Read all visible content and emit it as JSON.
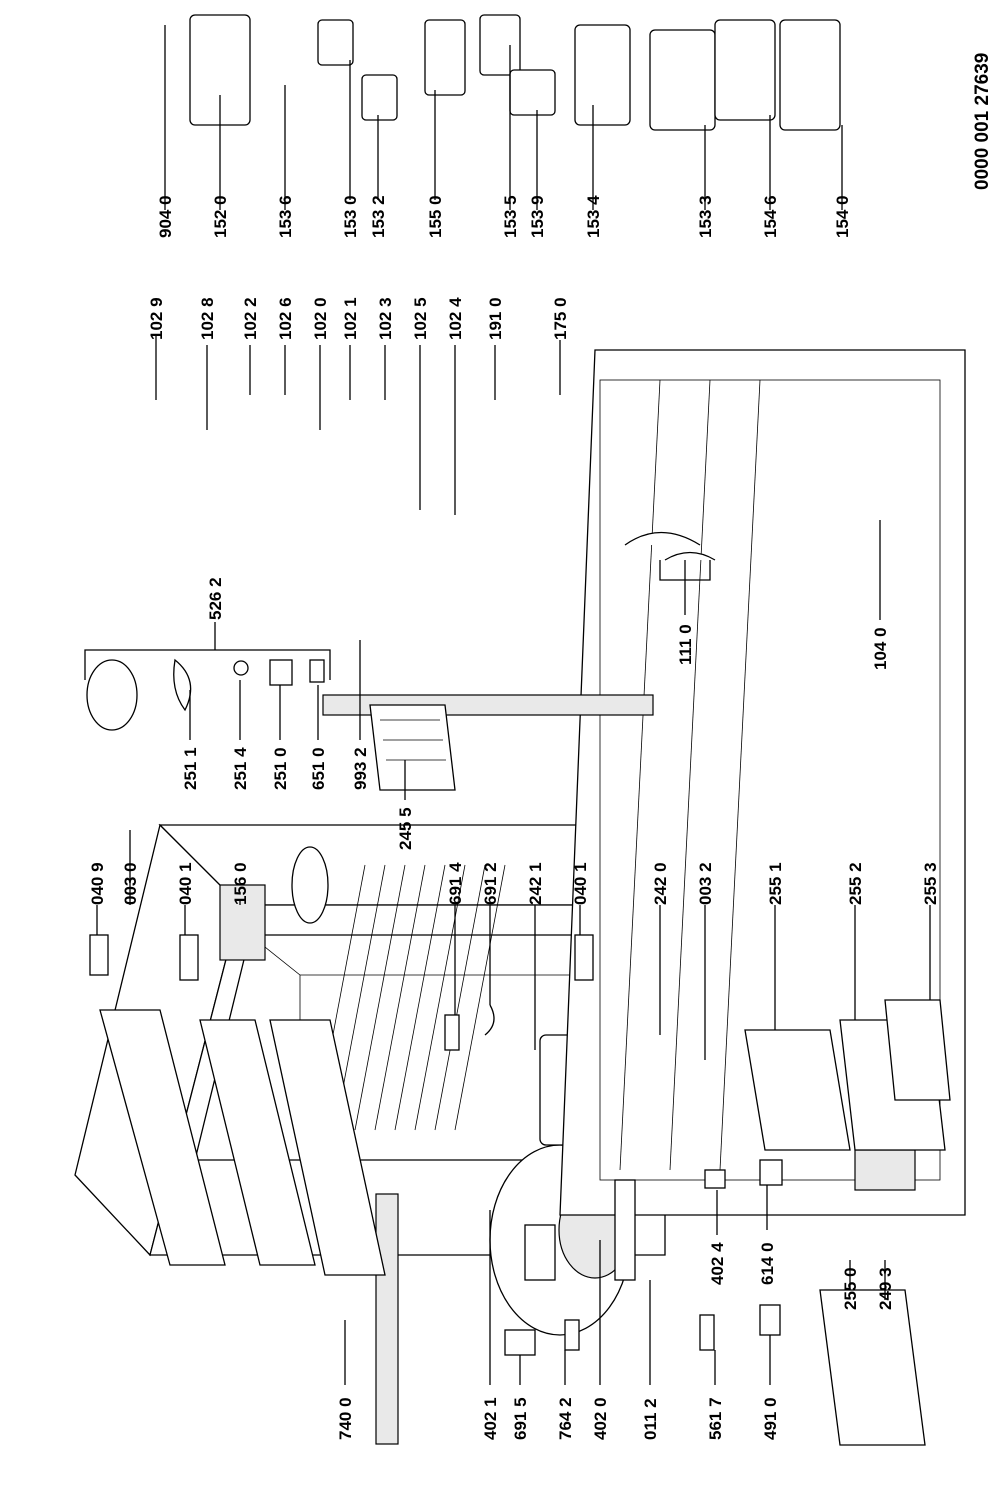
{
  "document_number": "0000 001 27639",
  "labels": [
    {
      "id": "l9040",
      "text": "904 0"
    },
    {
      "id": "l1520",
      "text": "152 0"
    },
    {
      "id": "l1536",
      "text": "153 6"
    },
    {
      "id": "l1530",
      "text": "153 0"
    },
    {
      "id": "l1532",
      "text": "153 2"
    },
    {
      "id": "l1550",
      "text": "155 0"
    },
    {
      "id": "l1535",
      "text": "153 5"
    },
    {
      "id": "l1539",
      "text": "153 9"
    },
    {
      "id": "l1534",
      "text": "153 4"
    },
    {
      "id": "l1533",
      "text": "153 3"
    },
    {
      "id": "l1546",
      "text": "154 6"
    },
    {
      "id": "l1540",
      "text": "154 0"
    },
    {
      "id": "l1029",
      "text": "102 9"
    },
    {
      "id": "l1028",
      "text": "102 8"
    },
    {
      "id": "l1022",
      "text": "102 2"
    },
    {
      "id": "l1026",
      "text": "102 6"
    },
    {
      "id": "l1020",
      "text": "102 0"
    },
    {
      "id": "l1021",
      "text": "102 1"
    },
    {
      "id": "l1023",
      "text": "102 3"
    },
    {
      "id": "l1025",
      "text": "102 5"
    },
    {
      "id": "l1024",
      "text": "102 4"
    },
    {
      "id": "l1910",
      "text": "191 0"
    },
    {
      "id": "l1750",
      "text": "175 0"
    },
    {
      "id": "l5262",
      "text": "526 2"
    },
    {
      "id": "l1110",
      "text": "111 0"
    },
    {
      "id": "l1040",
      "text": "104 0"
    },
    {
      "id": "l2511",
      "text": "251 1"
    },
    {
      "id": "l2514",
      "text": "251 4"
    },
    {
      "id": "l2510",
      "text": "251 0"
    },
    {
      "id": "l6510",
      "text": "651 0"
    },
    {
      "id": "l9932",
      "text": "993 2"
    },
    {
      "id": "l2455",
      "text": "245 5"
    },
    {
      "id": "l0409",
      "text": "040 9"
    },
    {
      "id": "l0030",
      "text": "003 0"
    },
    {
      "id": "l0401a",
      "text": "040 1"
    },
    {
      "id": "l1560",
      "text": "156 0"
    },
    {
      "id": "l6914",
      "text": "691 4"
    },
    {
      "id": "l6912",
      "text": "691 2"
    },
    {
      "id": "l2421",
      "text": "242 1"
    },
    {
      "id": "l0401b",
      "text": "040 1"
    },
    {
      "id": "l2420",
      "text": "242 0"
    },
    {
      "id": "l0032",
      "text": "003 2"
    },
    {
      "id": "l2551",
      "text": "255 1"
    },
    {
      "id": "l2552",
      "text": "255 2"
    },
    {
      "id": "l2553",
      "text": "255 3"
    },
    {
      "id": "l7400",
      "text": "740 0"
    },
    {
      "id": "l4021",
      "text": "402 1"
    },
    {
      "id": "l6915",
      "text": "691 5"
    },
    {
      "id": "l7642",
      "text": "764 2"
    },
    {
      "id": "l4020",
      "text": "402 0"
    },
    {
      "id": "l0112",
      "text": "011 2"
    },
    {
      "id": "l5617",
      "text": "561 7"
    },
    {
      "id": "l4910",
      "text": "491 0"
    },
    {
      "id": "l4024",
      "text": "402 4"
    },
    {
      "id": "l6140",
      "text": "614 0"
    },
    {
      "id": "l2550",
      "text": "255 0"
    },
    {
      "id": "l2493",
      "text": "249 3"
    }
  ]
}
